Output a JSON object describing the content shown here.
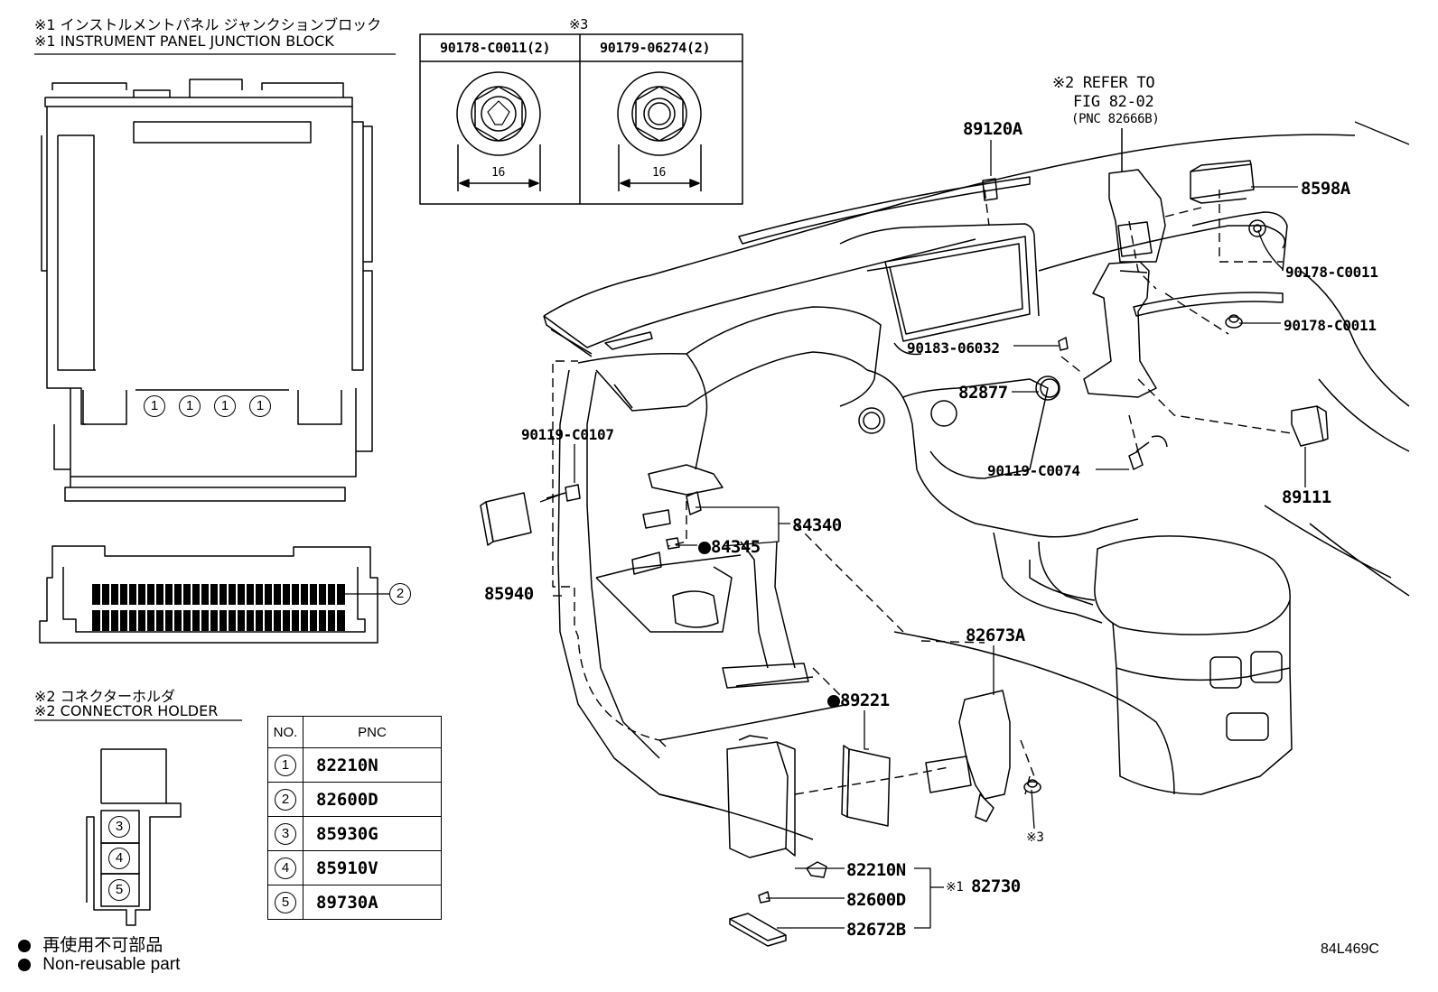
{
  "junction_block": {
    "title_jp": "※1 インストルメントパネル ジャンクションブロック",
    "title_en": "※1 INSTRUMENT PANEL JUNCTION BLOCK",
    "callouts": [
      "1",
      "1",
      "1",
      "1",
      "2"
    ]
  },
  "bolt_box": {
    "ref": "※3",
    "left_part": "90178-C0011(2)",
    "right_part": "90179-06274(2)",
    "left_dim": "16",
    "right_dim": "16"
  },
  "connector_holder": {
    "title_jp": "※2 コネクターホルダ",
    "title_en": "※2 CONNECTOR HOLDER",
    "callouts": [
      "3",
      "4",
      "5"
    ]
  },
  "pnc_table": {
    "header_no": "NO.",
    "header_pnc": "PNC",
    "rows": [
      {
        "no": "1",
        "pnc": "82210N"
      },
      {
        "no": "2",
        "pnc": "82600D"
      },
      {
        "no": "3",
        "pnc": "85930G"
      },
      {
        "no": "4",
        "pnc": "85910V"
      },
      {
        "no": "5",
        "pnc": "89730A"
      }
    ]
  },
  "legend": {
    "jp": "再使用不可部品",
    "en": "Non-reusable part"
  },
  "refer": {
    "line1": "※2 REFER TO",
    "line2": "FIG 82-02",
    "line3": "(PNC 82666B)"
  },
  "labels": {
    "p89120A": "89120A",
    "p8598A": "8598A",
    "p90178a": "90178-C0011",
    "p90178b": "90178-C0011",
    "p90183": "90183-06032",
    "p82877": "82877",
    "p90119a": "90119-C0107",
    "p90119b": "90119-C0074",
    "p89111": "89111",
    "p84340": "84340",
    "p84345": "84345",
    "p85940": "85940",
    "p82673A": "82673A",
    "p89221": "89221",
    "p82210N": "82210N",
    "p82600D": "82600D",
    "p82672B": "82672B",
    "p82730": "82730",
    "p82730_ref": "※1",
    "p_ref3": "※3"
  },
  "diagram_code": "84L469C"
}
